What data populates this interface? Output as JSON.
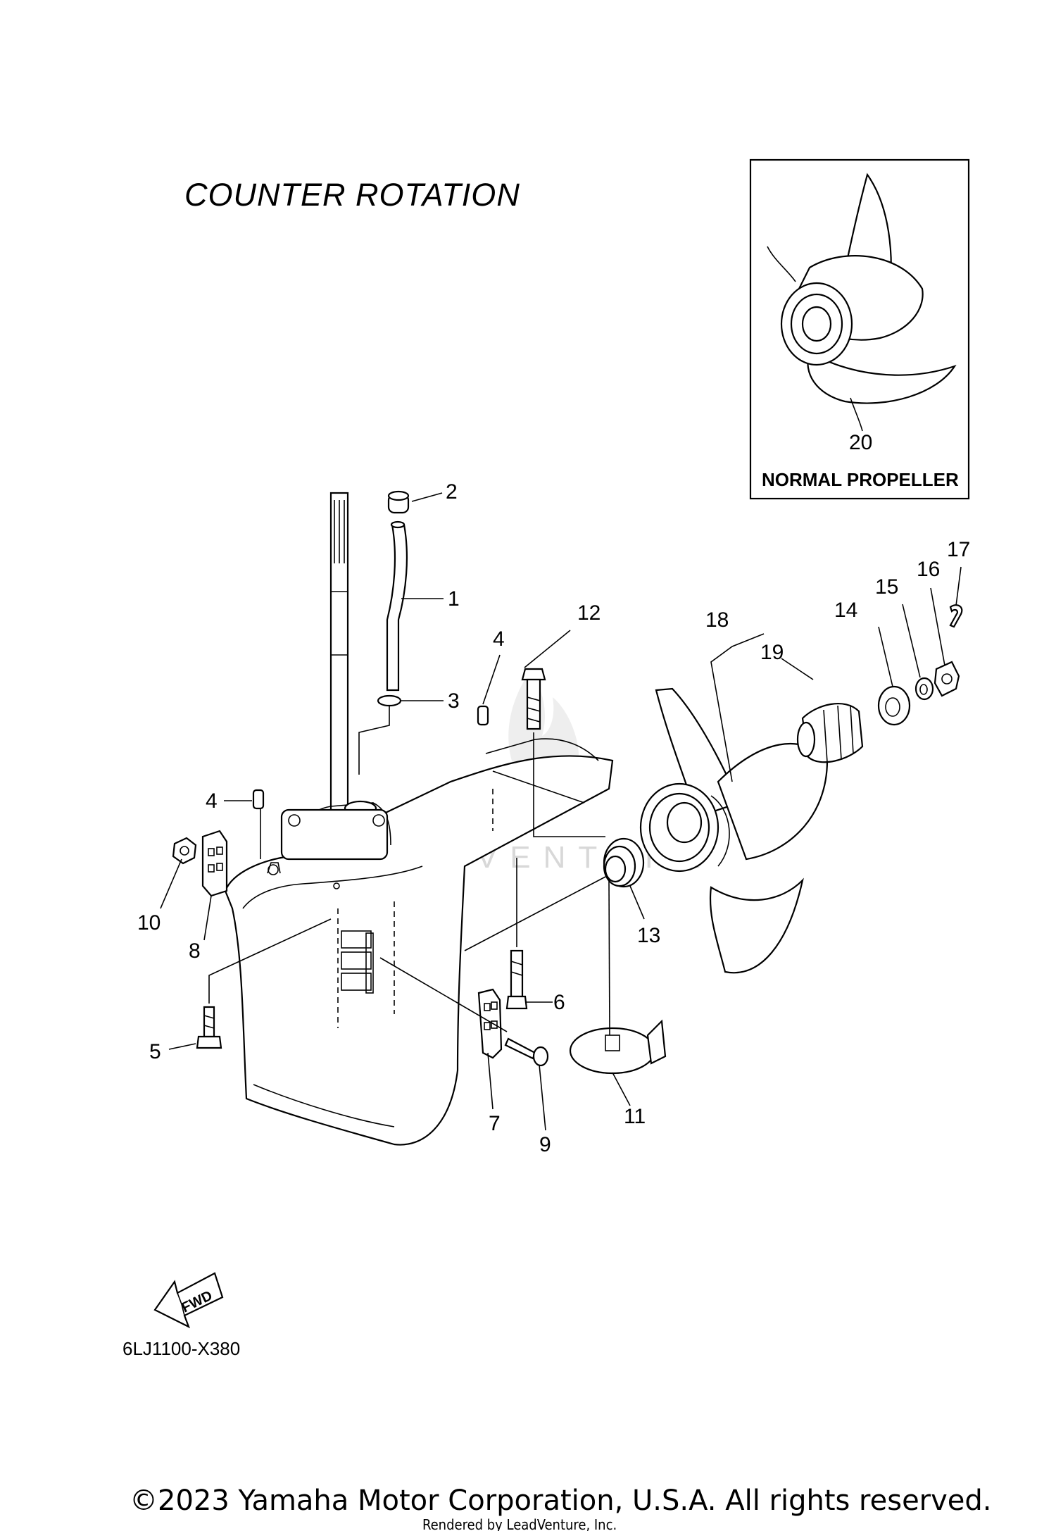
{
  "diagram": {
    "title": "COUNTER  ROTATION",
    "inset_caption": "NORMAL PROPELLER",
    "diagram_code": "6LJ1100-X380",
    "fwd_label": "FWD",
    "watermark": "LEADVENTURE",
    "copyright": "©2023 Yamaha Motor Corporation, U.S.A. All rights reserved.",
    "rendered_by": "Rendered by LeadVenture, Inc."
  },
  "callouts": {
    "c1": "1",
    "c2": "2",
    "c3": "3",
    "c4a": "4",
    "c4b": "4",
    "c5": "5",
    "c6": "6",
    "c7": "7",
    "c8": "8",
    "c9": "9",
    "c10": "10",
    "c11": "11",
    "c12": "12",
    "c13": "13",
    "c14": "14",
    "c15": "15",
    "c16": "16",
    "c17": "17",
    "c18": "18",
    "c19": "19",
    "c20": "20"
  }
}
